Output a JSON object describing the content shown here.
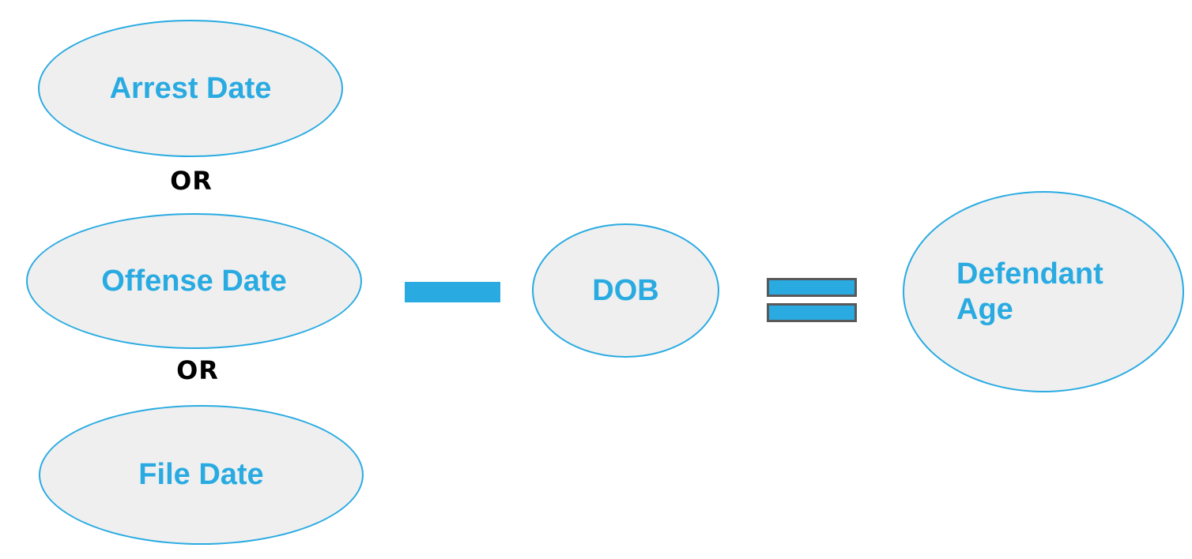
{
  "diagram": {
    "colors": {
      "accent": "#29ABE2",
      "node_fill": "#EFEFEF",
      "node_text": "#29ABE2",
      "or_text": "#000000",
      "equals_border": "#58595B",
      "background": "#FFFFFF"
    },
    "nodes": {
      "arrest_date": "Arrest Date",
      "offense_date": "Offense Date",
      "file_date": "File Date",
      "dob": "DOB",
      "defendant_age": "Defendant\nAge"
    },
    "operators": {
      "or_top": "OR",
      "or_bottom": "OR",
      "minus": "minus-sign",
      "equals": "equals-sign"
    }
  }
}
